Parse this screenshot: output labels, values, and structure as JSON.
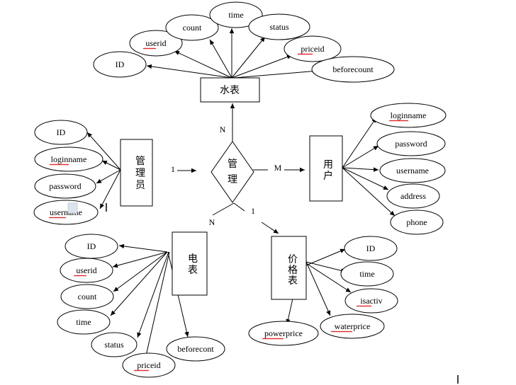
{
  "entities": {
    "shuibiao": "水表",
    "guanliyuan": "管理员",
    "yonghu": "用户",
    "dianbiao": "电表",
    "jiagebiao": "价格表"
  },
  "relationship": "管理",
  "cardinalities": {
    "guanliyuan": "1",
    "yonghu": "M",
    "shuibiao": "N",
    "dianbiao": "N",
    "jiagebiao": "1"
  },
  "attributes": {
    "shuibiao": [
      "ID",
      "userid",
      "count",
      "time",
      "status",
      "priceid",
      "beforecount"
    ],
    "guanliyuan": [
      "ID",
      "loginname",
      "password",
      "username"
    ],
    "yonghu": [
      "loginname",
      "password",
      "username",
      "address",
      "phone"
    ],
    "dianbiao": [
      "ID",
      "userid",
      "count",
      "time",
      "status",
      "priceid",
      "beforecont"
    ],
    "jiagebiao": [
      "ID",
      "time",
      "isactiv",
      "waterprice",
      "powerprice"
    ]
  }
}
